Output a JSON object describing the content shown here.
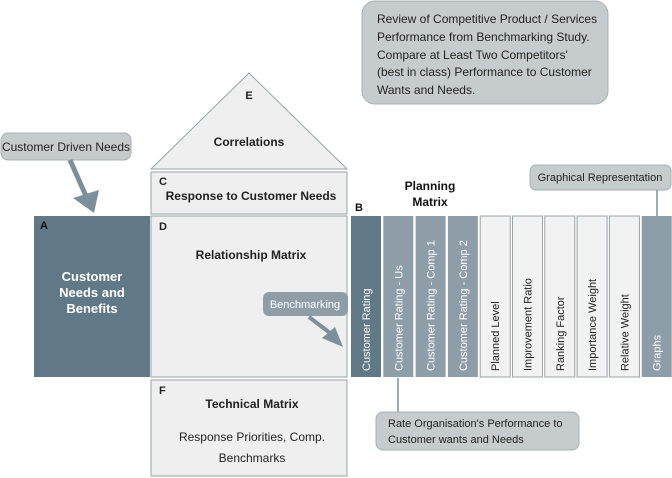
{
  "callouts": {
    "competitive_review": [
      "Review of Competitive Product / Services",
      "Performance from Benchmarking Study.",
      "Compare at Least Two Competitors'",
      "(best in class) Performance to Customer",
      "Wants and Needs."
    ],
    "customer_driven_needs": "Customer Driven Needs",
    "graphical_representation": "Graphical Representation",
    "benchmarking": "Benchmarking",
    "rate_organisation": [
      "Rate Organisation's Performance to",
      "Customer wants and Needs"
    ]
  },
  "sections": {
    "a": {
      "letter": "A",
      "lines": [
        "Customer",
        "Needs and",
        "Benefits"
      ]
    },
    "b": {
      "letter": "B"
    },
    "c": {
      "letter": "C",
      "title": "Response to Customer Needs"
    },
    "d": {
      "letter": "D",
      "title": "Relationship Matrix"
    },
    "e": {
      "letter": "E",
      "title": "Correlations"
    },
    "f": {
      "letter": "F",
      "title": "Technical Matrix",
      "subtitle_lines": [
        "Response Priorities, Comp.",
        "Benchmarks"
      ]
    }
  },
  "planning_matrix": {
    "title_lines": [
      "Planning",
      "Matrix"
    ],
    "columns": [
      {
        "label": "Customer Rating",
        "style": "dark"
      },
      {
        "label": "Customer Rating - Us",
        "style": "mid"
      },
      {
        "label": "Customer Rating - Comp 1",
        "style": "mid"
      },
      {
        "label": "Customer Rating - Comp 2",
        "style": "mid"
      },
      {
        "label": "Planned Level",
        "style": "light"
      },
      {
        "label": "Improvement Ratio",
        "style": "light"
      },
      {
        "label": "Ranking Factor",
        "style": "light"
      },
      {
        "label": "Importance Weight",
        "style": "light"
      },
      {
        "label": "Relative Weight",
        "style": "light"
      },
      {
        "label": "Graphs",
        "style": "mid"
      }
    ]
  },
  "colors": {
    "dark": "#617886",
    "mid": "#8e9ea8",
    "light": "#f2f2f2",
    "bubble": "#c6cbcd",
    "panel": "#efefef",
    "arrow": "#7c909c",
    "text": "#222222",
    "border": "#9aa3a8"
  }
}
